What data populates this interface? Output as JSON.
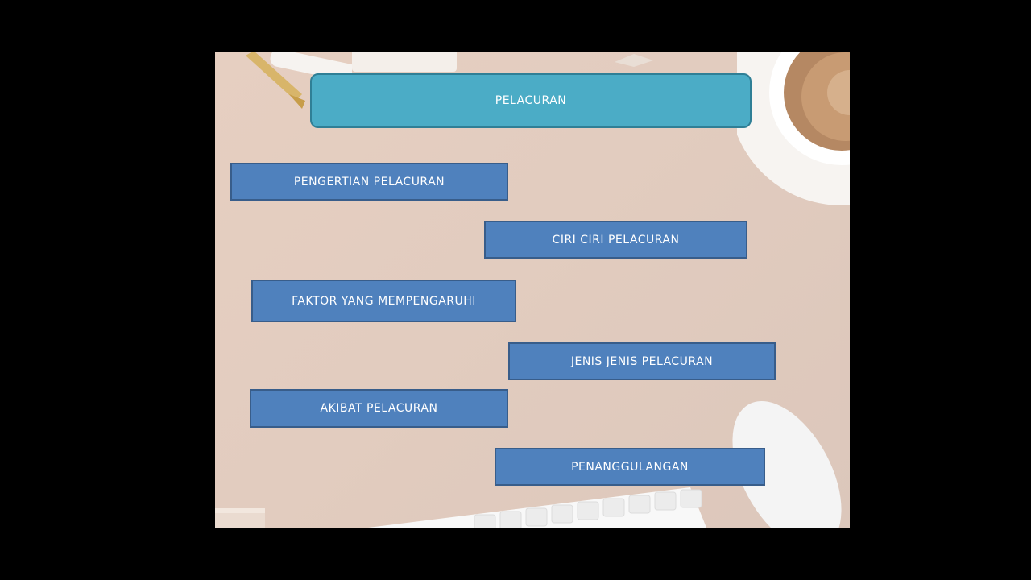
{
  "slide": {
    "title": "PELACURAN",
    "topics": [
      "PENGERTIAN PELACURAN",
      "CIRI CIRI PELACURAN",
      "FAKTOR YANG MEMPENGARUHI",
      "JENIS JENIS PELACURAN",
      "AKIBAT PELACURAN",
      "PENANGGULANGAN"
    ]
  },
  "colors": {
    "title_fill": "#4bacc6",
    "topic_fill": "#4f81bd",
    "background": "#e2ccbf"
  }
}
